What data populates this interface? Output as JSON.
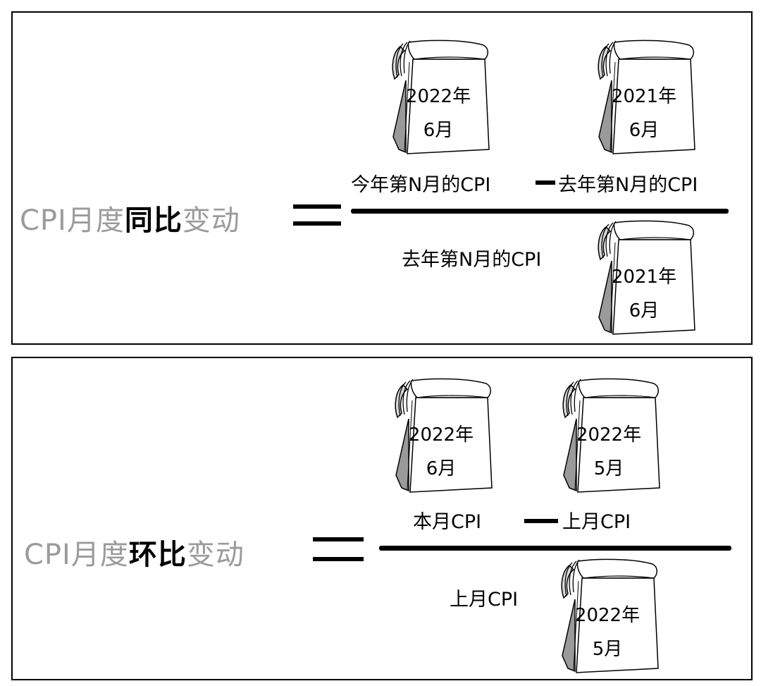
{
  "yoy": {
    "lhs_part1": "CPI月度",
    "lhs_bold": "同比",
    "lhs_part2": "变动",
    "numerator_left": "今年第N月的CPI",
    "numerator_right": "去年第N月的CPI",
    "denominator": "去年第N月的CPI",
    "cal_a": {
      "year": "2022年",
      "month": "6月"
    },
    "cal_b": {
      "year": "2021年",
      "month": "6月"
    },
    "cal_c": {
      "year": "2021年",
      "month": "6月"
    }
  },
  "mom": {
    "lhs_part1": "CPI月度",
    "lhs_bold": "环比",
    "lhs_part2": "变动",
    "numerator_left": "本月CPI",
    "numerator_right": "上月CPI",
    "denominator": "上月CPI",
    "cal_a": {
      "year": "2022年",
      "month": "6月"
    },
    "cal_b": {
      "year": "2022年",
      "month": "5月"
    },
    "cal_c": {
      "year": "2022年",
      "month": "5月"
    }
  },
  "colors": {
    "grey_text": "#9b9b9b",
    "line": "#000000",
    "calendar_shadow": "#9a9a9a"
  },
  "icons": [
    "calendar-icon"
  ]
}
